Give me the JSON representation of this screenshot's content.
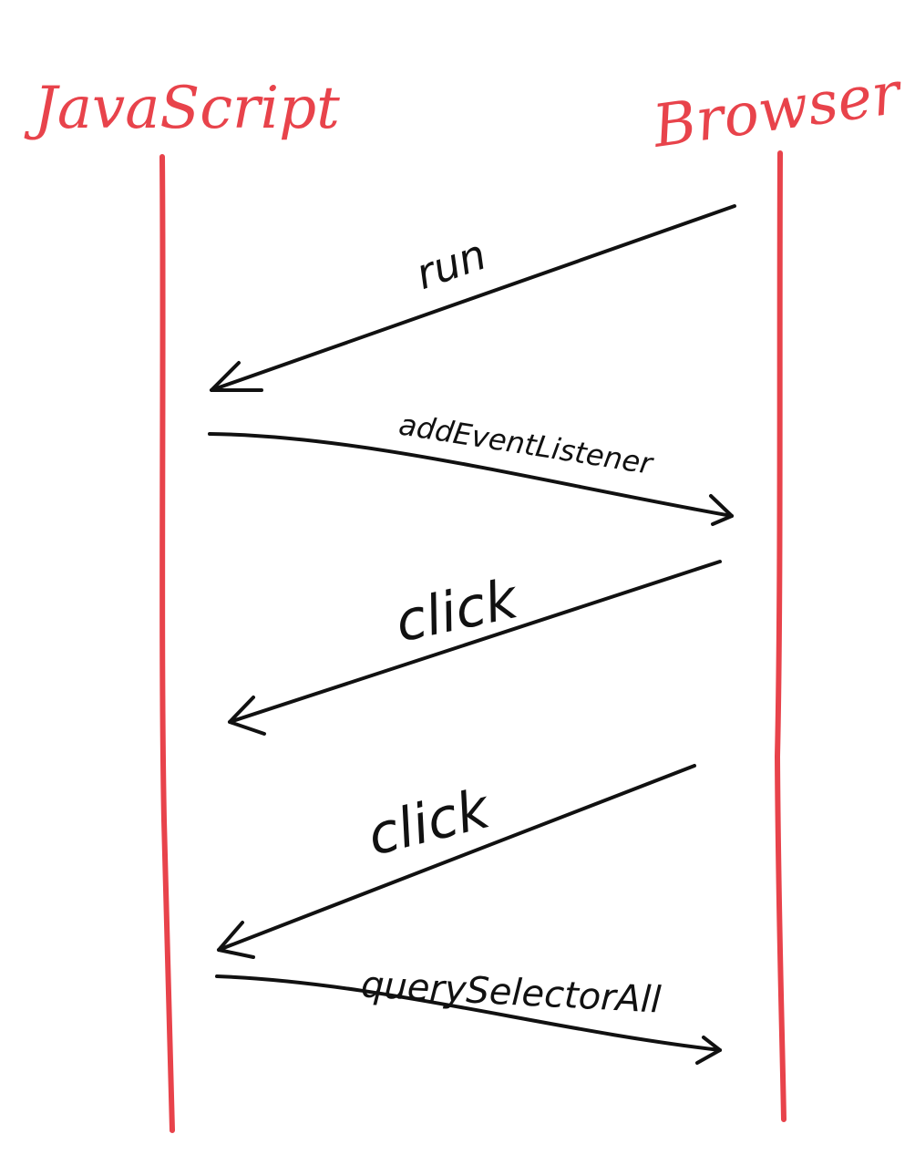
{
  "colors": {
    "background": "#ffffff",
    "actor": "#e8434b",
    "message": "#111111"
  },
  "actors": [
    {
      "id": "javascript",
      "label": "JavaScript"
    },
    {
      "id": "browser",
      "label": "Browser"
    }
  ],
  "messages": [
    {
      "from": "browser",
      "to": "javascript",
      "label": "run"
    },
    {
      "from": "javascript",
      "to": "browser",
      "label": "addEventListener"
    },
    {
      "from": "browser",
      "to": "javascript",
      "label": "click"
    },
    {
      "from": "browser",
      "to": "javascript",
      "label": "click"
    },
    {
      "from": "javascript",
      "to": "browser",
      "label": "querySelectorAll"
    }
  ]
}
